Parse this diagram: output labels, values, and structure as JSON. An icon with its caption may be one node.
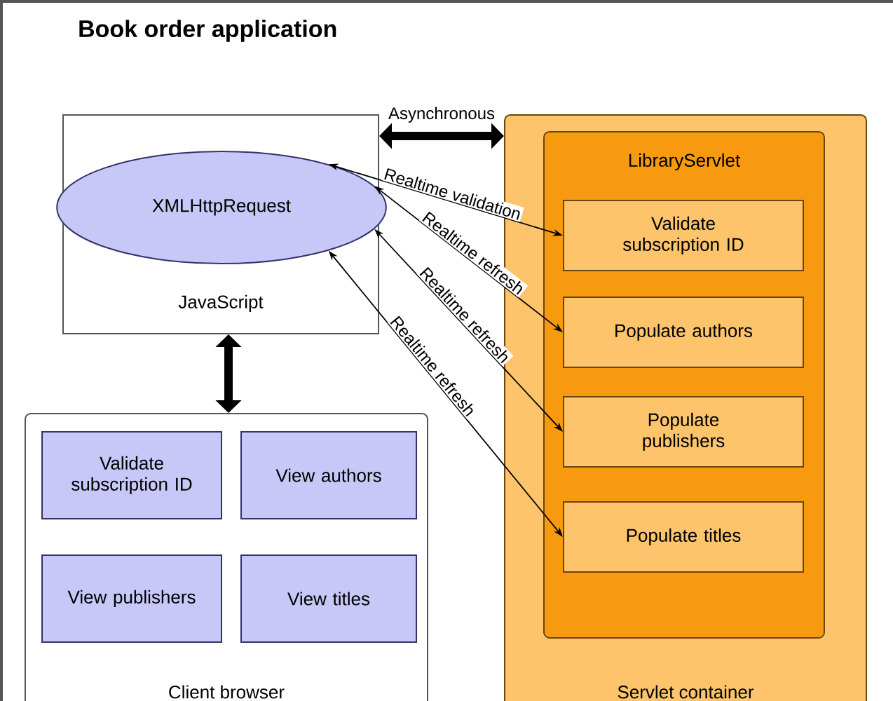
{
  "diagram": {
    "title": "Book order application",
    "nodes": [
      {
        "text": [
          "JavaScript"
        ]
      },
      {
        "text": [
          "XMLHttpRequest"
        ],
        "in": 0
      },
      {
        "text": [
          "Client browser"
        ]
      },
      {
        "text": [
          "Validate subscription ID"
        ],
        "in": 2
      },
      {
        "text": [
          "View authors"
        ],
        "in": 2
      },
      {
        "text": [
          "View publishers"
        ],
        "in": 2
      },
      {
        "text": [
          "View titles"
        ],
        "in": 2
      },
      {
        "text": [
          "Servlet container"
        ]
      },
      {
        "text": [
          "LibraryServlet"
        ],
        "in": 7
      },
      {
        "text": [
          "Validate subscription ID"
        ],
        "in": 8
      },
      {
        "text": [
          "Populate authors"
        ],
        "in": 8
      },
      {
        "text": [
          "Populate publishers"
        ],
        "in": 8
      },
      {
        "text": [
          "Populate titles"
        ],
        "in": 8
      }
    ],
    "edges": [
      {
        "from": 0,
        "to": 7,
        "arrow": "both",
        "label": "Asynchronous",
        "style": "thick"
      },
      {
        "from": 0,
        "to": 2,
        "arrow": "both",
        "style": "thick"
      },
      {
        "from": 1,
        "to": 9,
        "arrow": "both",
        "label": "Realtime validation"
      },
      {
        "from": 1,
        "to": 10,
        "arrow": "both",
        "label": "Realtime refresh"
      },
      {
        "from": 1,
        "to": 11,
        "arrow": "both",
        "label": "Realtime refresh"
      },
      {
        "from": 1,
        "to": 12,
        "arrow": "both",
        "label": "Realtime refresh"
      }
    ]
  }
}
